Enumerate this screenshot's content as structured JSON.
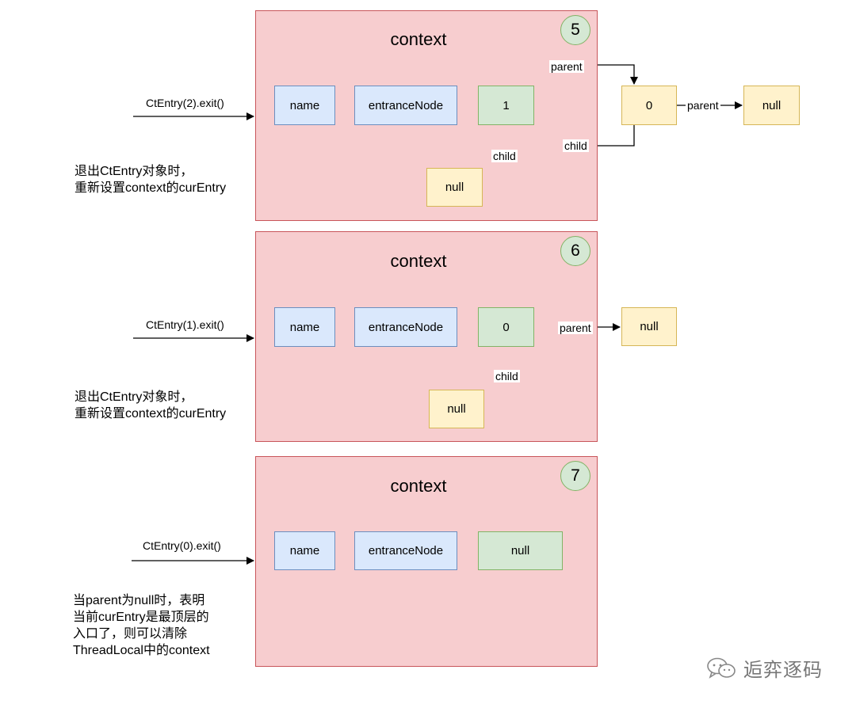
{
  "panels": [
    {
      "title": "context",
      "step": "5",
      "fields": {
        "name": "name",
        "entrance": "entranceNode",
        "cur": "1"
      },
      "call": "CtEntry(2).exit()",
      "note": "退出CtEntry对象时，\n重新设置context的curEntry",
      "parent_node": "0",
      "grandparent_node": "null",
      "child_null": "null",
      "edge_labels": {
        "parent_top": "parent",
        "parent_right": "parent",
        "child_back": "child",
        "child_down": "child"
      }
    },
    {
      "title": "context",
      "step": "6",
      "fields": {
        "name": "name",
        "entrance": "entranceNode",
        "cur": "0"
      },
      "call": "CtEntry(1).exit()",
      "note": "退出CtEntry对象时，\n重新设置context的curEntry",
      "parent_node": "null",
      "child_null": "null",
      "edge_labels": {
        "parent": "parent",
        "child": "child"
      }
    },
    {
      "title": "context",
      "step": "7",
      "fields": {
        "name": "name",
        "entrance": "entranceNode",
        "cur": "null"
      },
      "call": "CtEntry(0).exit()",
      "note": "当parent为null时，表明\n当前curEntry是最顶层的\n入口了，则可以清除\nThreadLocal中的context"
    }
  ],
  "watermark": "逅弈逐码"
}
